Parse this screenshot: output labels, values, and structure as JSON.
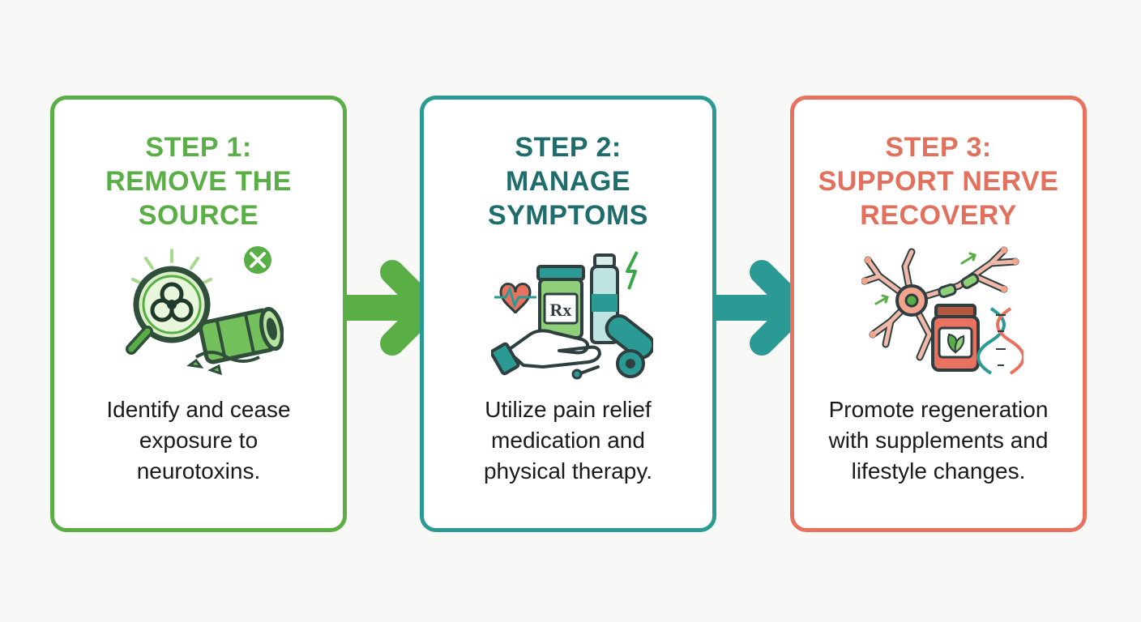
{
  "colors": {
    "step1": "#5aae46",
    "step2": "#2b9a95",
    "step2_title": "#1f6c6c",
    "step3": "#e8725f",
    "arrow1": "#5aae46",
    "arrow2": "#2b9a95"
  },
  "steps": [
    {
      "title_lines": [
        "STEP 1:",
        "REMOVE THE",
        "SOURCE"
      ],
      "icon": "biohazard-magnifier-icon",
      "desc_lines": [
        "Identify and cease",
        "exposure to",
        "neurotoxins."
      ]
    },
    {
      "title_lines": [
        "STEP 2:",
        "MANAGE",
        "SYMPTOMS"
      ],
      "icon": "medication-therapy-icon",
      "desc_lines": [
        "Utilize pain relief",
        "medication and",
        "physical therapy."
      ]
    },
    {
      "title_lines": [
        "STEP 3:",
        "SUPPORT NERVE",
        "RECOVERY"
      ],
      "icon": "nerve-regeneration-icon",
      "desc_lines": [
        "Promote regeneration",
        "with supplements and",
        "lifestyle changes."
      ]
    }
  ],
  "arrows": [
    "right-arrow-icon",
    "right-arrow-icon"
  ],
  "prescription_label": "Rx"
}
